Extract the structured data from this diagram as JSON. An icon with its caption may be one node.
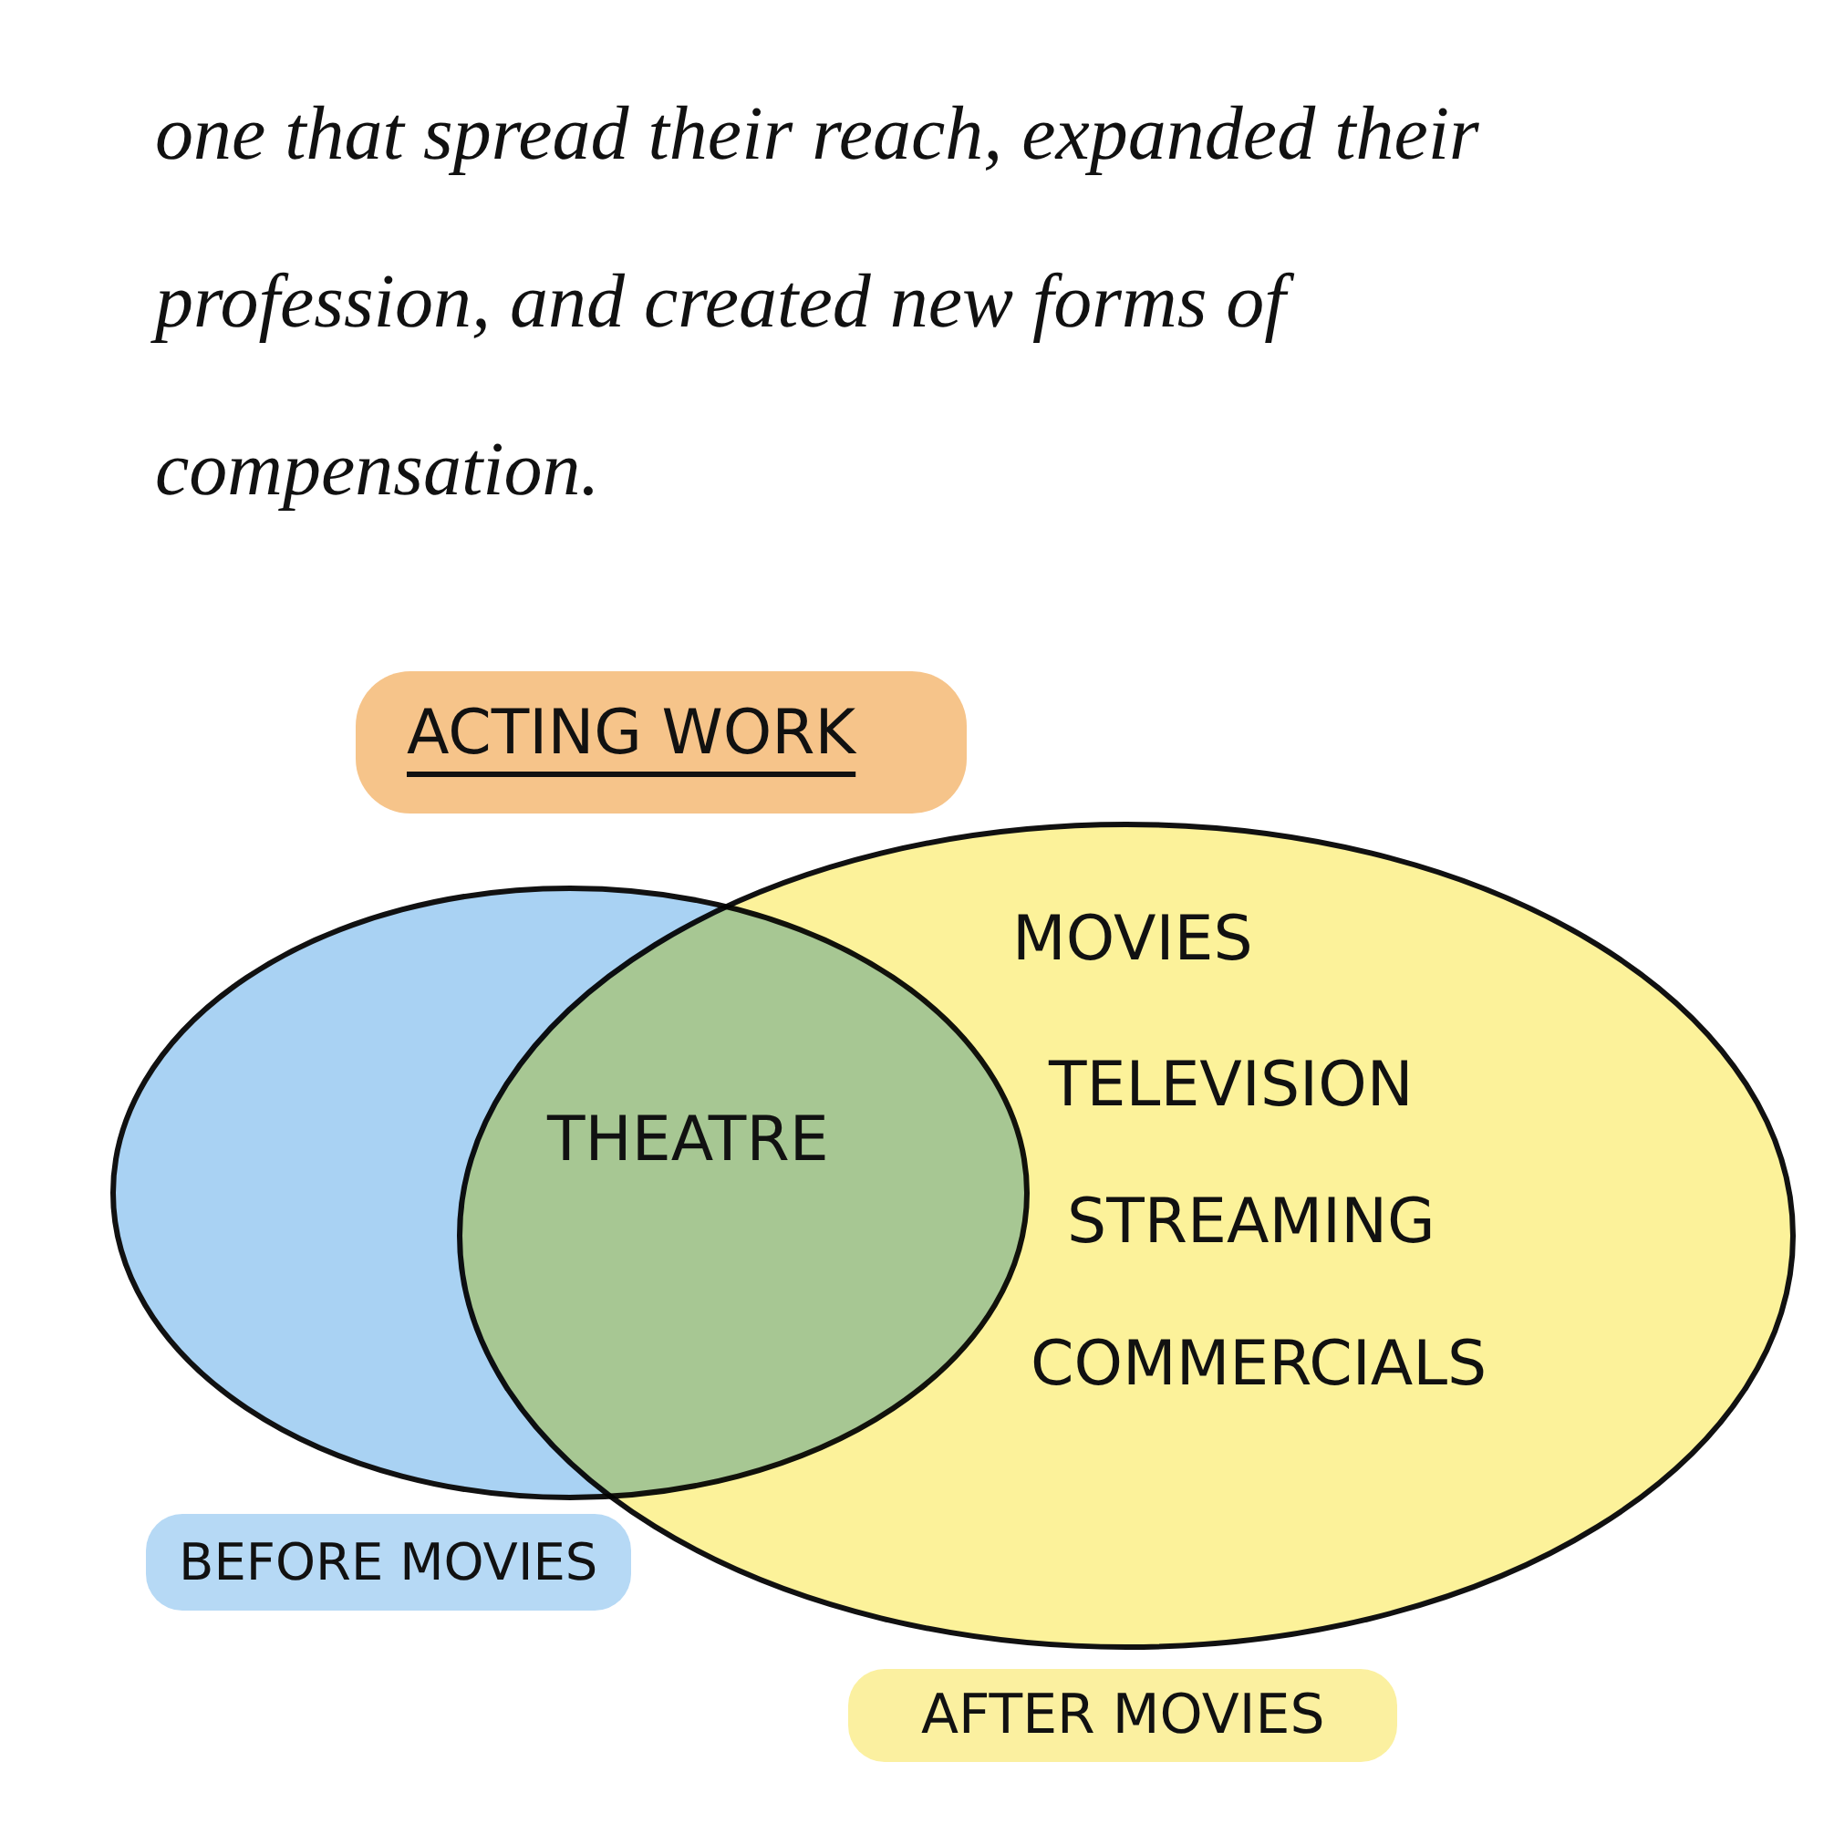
{
  "diagram": {
    "title": "one that spread their reach, expanded their profession, and created new forms of compensation.",
    "nodes": [
      {
        "text": [
          "ACTING WORK"
        ]
      },
      {
        "text": [],
        "shape": "circle",
        "beside": [
          "BEFORE MOVIES"
        ]
      },
      {
        "text": [
          "MOVIES",
          "TELEVISION",
          "STREAMING",
          "COMMERCIALS"
        ],
        "beside": [
          "AFTER MOVIES"
        ]
      }
    ],
    "labels": [
      "THEATRE"
    ]
  }
}
